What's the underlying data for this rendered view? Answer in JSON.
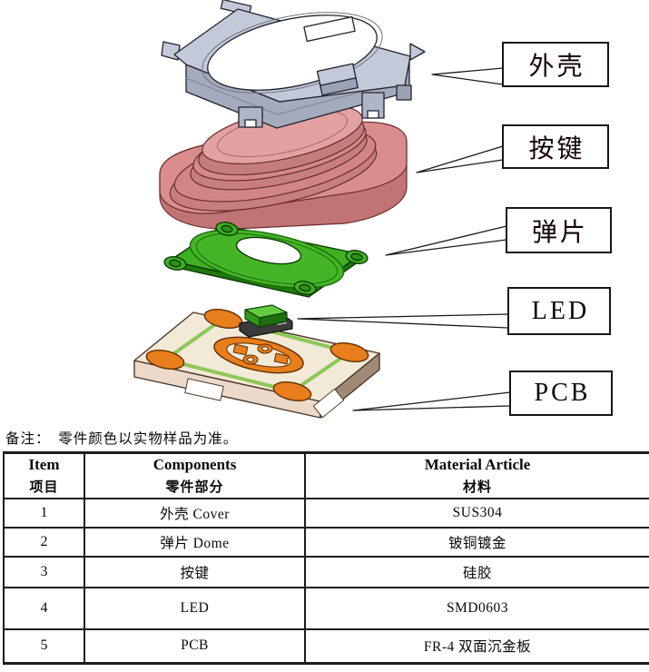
{
  "note": "备注：　零件颜色以实物样品为准。",
  "callouts": [
    {
      "label": "外壳"
    },
    {
      "label": "按键"
    },
    {
      "label": "弹片"
    },
    {
      "label": "LED"
    },
    {
      "label": "PCB"
    }
  ],
  "diagram": {
    "parts": [
      {
        "id": "shell",
        "label": "外壳",
        "color": "#c2c9d8"
      },
      {
        "id": "button",
        "label": "按键",
        "color": "#d98d8d"
      },
      {
        "id": "dome",
        "label": "弹片",
        "color": "#3fb021"
      },
      {
        "id": "led",
        "label": "LED",
        "color": "#63cb40"
      },
      {
        "id": "pcb",
        "label": "PCB",
        "color": "#f3e9d7"
      }
    ],
    "pad_color": "#e87e1c",
    "trace_color": "#8cc859"
  },
  "table": {
    "header": {
      "item_en": "Item",
      "item_zh": "项目",
      "comp_en": "Components",
      "comp_zh": "零件部分",
      "mat_en": "Material Article",
      "mat_zh": "材料"
    },
    "rows": [
      {
        "item": "1",
        "component": "外壳 Cover",
        "material": "SUS304"
      },
      {
        "item": "2",
        "component": "弹片 Dome",
        "material": "铍铜镀金"
      },
      {
        "item": "3",
        "component": "按键",
        "material": "硅胶"
      },
      {
        "item": "4",
        "component": "LED",
        "material": "SMD0603"
      },
      {
        "item": "5",
        "component": "PCB",
        "material": "FR-4 双面沉金板"
      }
    ]
  }
}
